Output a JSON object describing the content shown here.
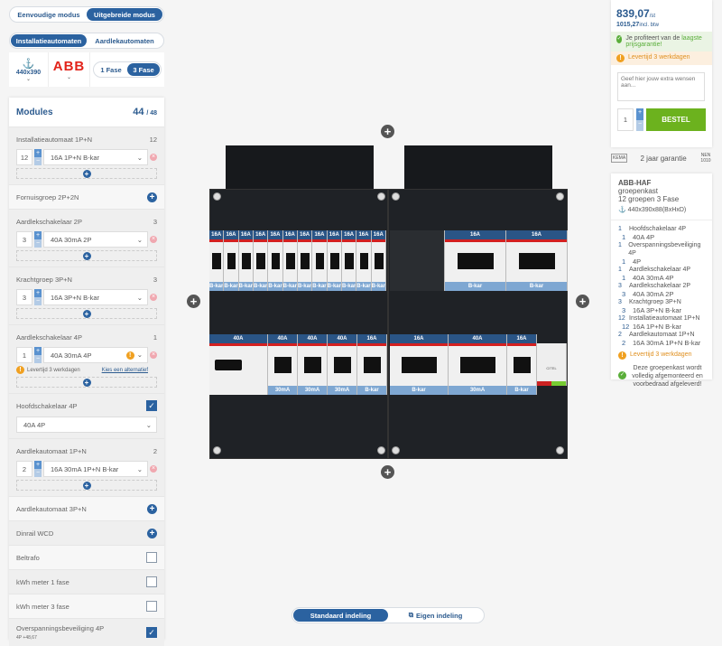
{
  "mode_toggle": {
    "simple": "Eenvoudige modus",
    "advanced": "Uitgebreide modus",
    "active": "advanced"
  },
  "type_toggle": {
    "installatie": "Installatieautomaten",
    "aardlek": "Aardlekautomaten",
    "active": "installatie"
  },
  "config": {
    "size": "440x390",
    "brand": "ABB",
    "phase_1": "1 Fase",
    "phase_3": "3 Fase",
    "active_phase": "3 Fase"
  },
  "modules": {
    "title": "Modules",
    "used": "44",
    "total": "/ 48",
    "groups": [
      {
        "name": "Installatieautomaat 1P+N",
        "count": "12",
        "qty": "12",
        "value": "16A 1P+N B-kar"
      },
      {
        "name": "Fornuisgroep 2P+2N"
      },
      {
        "name": "Aardlekschakelaar 2P",
        "count": "3",
        "qty": "3",
        "value": "40A 30mA 2P"
      },
      {
        "name": "Krachtgroep 3P+N",
        "count": "3",
        "qty": "3",
        "value": "16A 3P+N B-kar"
      },
      {
        "name": "Aardlekschakelaar 4P",
        "count": "1",
        "qty": "1",
        "value": "40A 30mA 4P",
        "warning": "Levertijd 3 werkdagen",
        "alt_link": "Kies een alternatief"
      },
      {
        "name": "Hoofdschakelaar 4P",
        "checked": true,
        "value": "40A 4P"
      },
      {
        "name": "Aardlekautomaat 1P+N",
        "count": "2",
        "qty": "2",
        "value": "16A 30mA 1P+N B-kar"
      },
      {
        "name": "Aardlekautomaat 3P+N"
      },
      {
        "name": "Dinrail WCD"
      },
      {
        "name": "Beltrafo",
        "checked": false
      },
      {
        "name": "kWh meter 1 fase",
        "checked": false
      },
      {
        "name": "kWh meter 3 fase",
        "checked": false
      },
      {
        "name": "Overspanningsbeveiliging 4P",
        "sub": "4P +48,67",
        "checked": true
      }
    ]
  },
  "cabinet": {
    "left_row1": [
      {
        "top": "16A",
        "bottom": "B-kar",
        "n": 12
      }
    ],
    "right_row1_label": "16A",
    "right_row1_bottom": "B-kar",
    "left_row2": [
      {
        "top": "40A",
        "bottom": ""
      },
      {
        "top": "40A",
        "bottom": "30mA"
      },
      {
        "top": "40A",
        "bottom": "30mA"
      },
      {
        "top": "40A",
        "bottom": "30mA"
      },
      {
        "top": "16A",
        "bottom": "B-kar"
      }
    ],
    "right_row2": [
      {
        "top": "16A",
        "bottom": "B-kar"
      },
      {
        "top": "40A",
        "bottom": "30mA"
      },
      {
        "top": "16A",
        "bottom": "B-kar"
      }
    ],
    "surge_brand": "CITEL"
  },
  "layout_toggle": {
    "standard": "Standaard indeling",
    "custom": "Eigen indeling",
    "active": "standard"
  },
  "order": {
    "price": "839,07",
    "price_unit": "/st",
    "price_incl": "1015,27",
    "incl_label": "incl. btw",
    "guarantee_text": "Je profiteert van de ",
    "guarantee_link": "laagste prijsgarantie!",
    "delivery": "Levertijd 3 werkdagen",
    "wishes_placeholder": "Geef hier jouw extra wensen aan...",
    "qty": "1",
    "order_button": "BESTEL",
    "kema": "KEMA",
    "warranty": "2 jaar garantie",
    "nen": "NEN 1010"
  },
  "summary": {
    "title1": "ABB-HAF",
    "title2": "groepenkast",
    "title3": "12 groepen 3 Fase",
    "dims": "440x390x88(BxHxD)",
    "items": [
      {
        "n": "1",
        "name": "Hoofdschakelaar 4P",
        "sn": "1",
        "sub": "40A 4P"
      },
      {
        "n": "1",
        "name": "Overspanningsbeveiliging 4P",
        "sn": "1",
        "sub": "4P"
      },
      {
        "n": "1",
        "name": "Aardlekschakelaar 4P",
        "sn": "1",
        "sub": "40A 30mA 4P"
      },
      {
        "n": "3",
        "name": "Aardlekschakelaar 2P",
        "sn": "3",
        "sub": "40A 30mA 2P"
      },
      {
        "n": "3",
        "name": "Krachtgroep 3P+N",
        "sn": "3",
        "sub": "16A 3P+N B-kar"
      },
      {
        "n": "12",
        "name": "Installatieautomaat 1P+N",
        "sn": "12",
        "sub": "16A 1P+N B-kar"
      },
      {
        "n": "2",
        "name": "Aardlekautomaat 1P+N",
        "sn": "2",
        "sub": "16A 30mA 1P+N B-kar"
      }
    ],
    "delivery": "Levertijd 3 werkdagen",
    "assembled": "Deze groepenkast wordt volledig afgemonteerd en voorbedraad afgeleverd!"
  },
  "colors": {
    "primary": "#2b62a0",
    "order_green": "#6cb21e",
    "warning": "#f0a020",
    "success": "#5aae3a"
  }
}
